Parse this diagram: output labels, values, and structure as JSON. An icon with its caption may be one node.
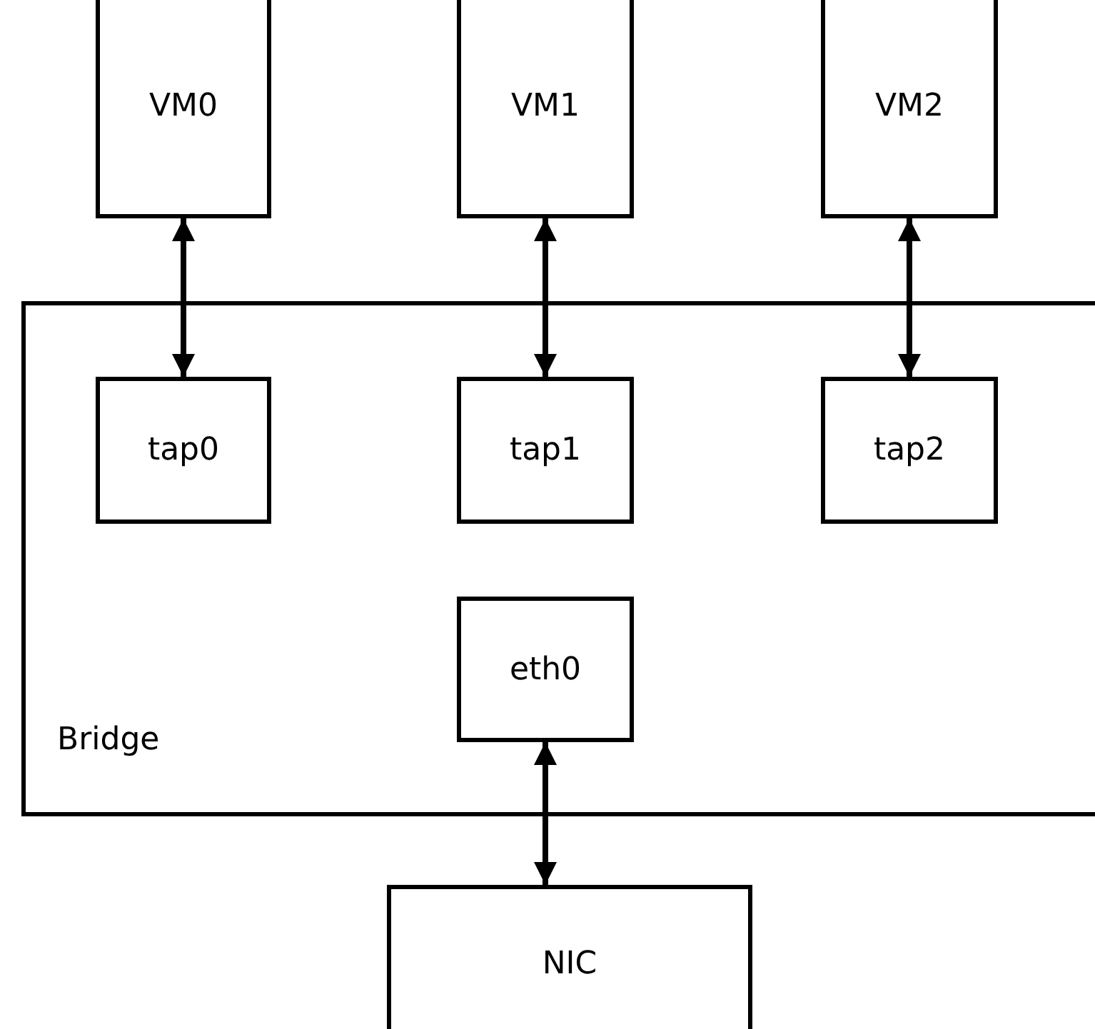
{
  "diagram": {
    "nodes": [
      {
        "text": [
          "VM0"
        ]
      },
      {
        "text": [
          "VM1"
        ]
      },
      {
        "text": [
          "VM2"
        ]
      },
      {
        "text": [
          "Bridge"
        ]
      },
      {
        "text": [
          "tap0"
        ],
        "in": 3
      },
      {
        "text": [
          "tap1"
        ],
        "in": 3
      },
      {
        "text": [
          "tap2"
        ],
        "in": 3
      },
      {
        "text": [
          "eth0"
        ],
        "in": 3
      },
      {
        "text": [
          "NIC"
        ]
      }
    ],
    "edges": [
      {
        "from": 0,
        "to": 4,
        "arrow": "both"
      },
      {
        "from": 1,
        "to": 5,
        "arrow": "both"
      },
      {
        "from": 2,
        "to": 6,
        "arrow": "both"
      },
      {
        "from": 7,
        "to": 8,
        "arrow": "both"
      }
    ]
  }
}
